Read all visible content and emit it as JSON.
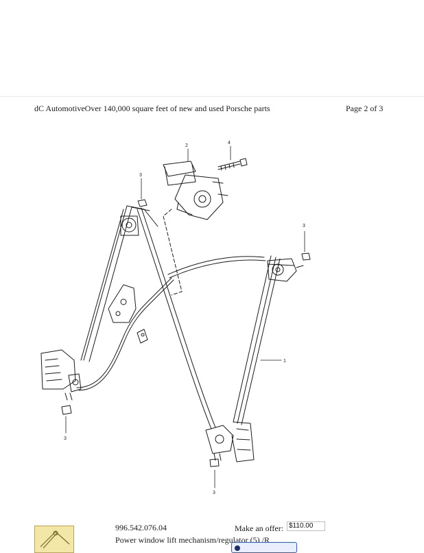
{
  "header": {
    "left": "dC AutomotiveOver 140,000 square feet of new and used Porsche parts",
    "right": "Page 2 of 3"
  },
  "diagram": {
    "callouts": {
      "c1": "1",
      "c2": "2",
      "c3a": "3",
      "c3b": "3",
      "c3c": "3",
      "c3d": "3",
      "c4": "4"
    }
  },
  "product": {
    "part_number": "996.542.076.04",
    "description": "Power window lift mechanism/regulator (5) /R",
    "offer_label": "Make an offer:",
    "offer_value": "$110.00"
  }
}
